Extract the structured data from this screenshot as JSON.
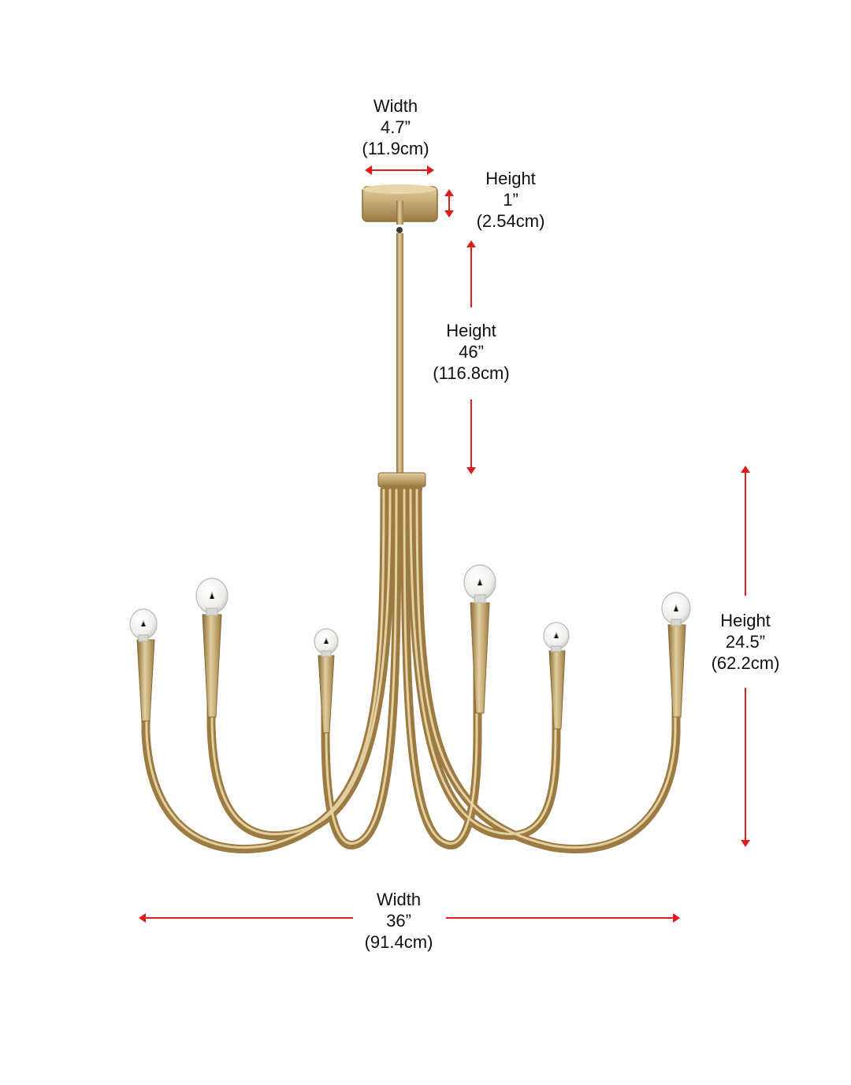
{
  "colors": {
    "arrow": "#e01b1b",
    "brass": "#b8965a",
    "brass_dark": "#8a6a35",
    "brass_light": "#e3cfa0",
    "bulb_glass": "#f4f4f2",
    "text": "#111111"
  },
  "dimensions": {
    "canopy_width": {
      "label": "Width",
      "imperial": "4.7”",
      "metric": "(11.9cm)"
    },
    "canopy_height": {
      "label": "Height",
      "imperial": "1”",
      "metric": "(2.54cm)"
    },
    "rod_height": {
      "label": "Height",
      "imperial": "46”",
      "metric": "(116.8cm)"
    },
    "body_height": {
      "label": "Height",
      "imperial": "24.5”",
      "metric": "(62.2cm)"
    },
    "body_width": {
      "label": "Width",
      "imperial": "36”",
      "metric": "(91.4cm)"
    }
  }
}
